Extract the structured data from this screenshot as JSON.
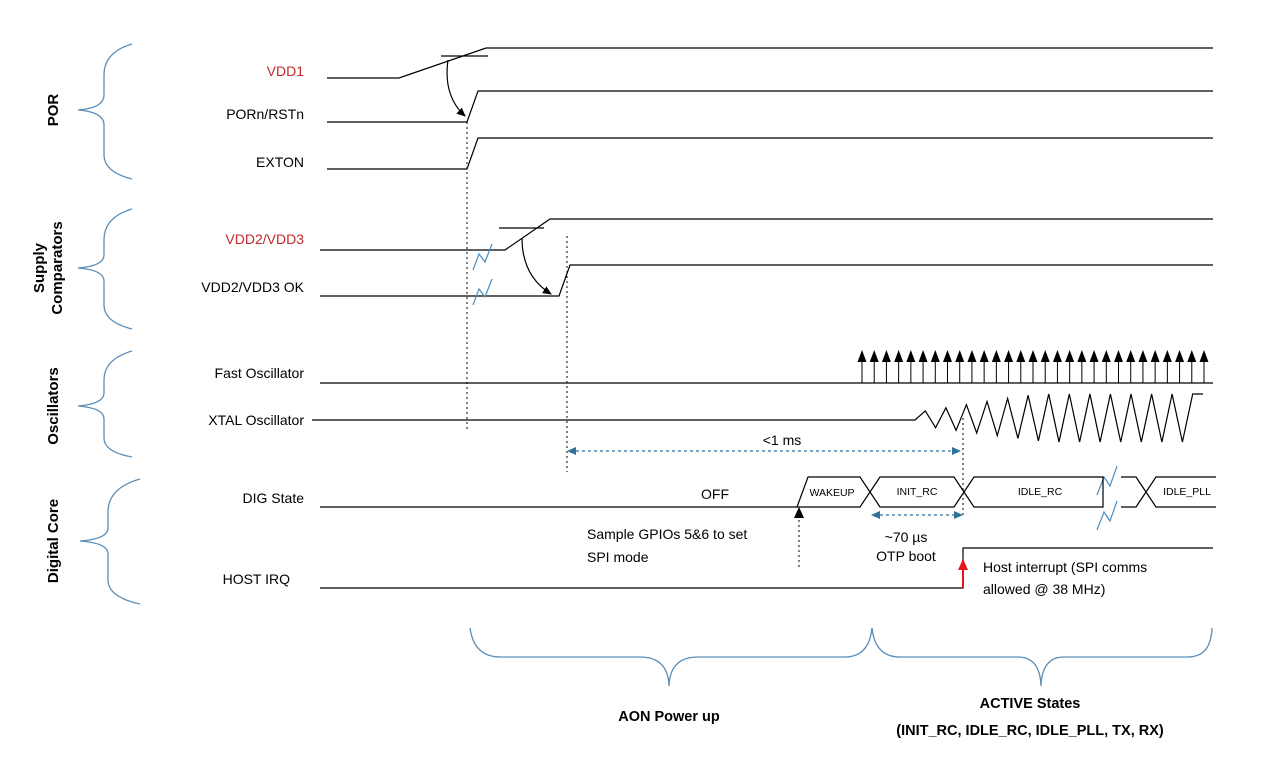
{
  "groups": {
    "por": "POR",
    "supply_line1": "Supply",
    "supply_line2": "Comparators",
    "oscillators": "Oscillators",
    "digital_core": "Digital Core"
  },
  "signals": {
    "vdd1": "VDD1",
    "porn_rstn": "PORn/RSTn",
    "exton": "EXTON",
    "vdd2_vdd3": "VDD2/VDD3",
    "vdd2_vdd3_ok": "VDD2/VDD3 OK",
    "fast_osc": "Fast Oscillator",
    "xtal_osc": "XTAL Oscillator",
    "dig_state": "DIG State",
    "host_irq": "HOST IRQ"
  },
  "states": {
    "off": "OFF",
    "wakeup": "WAKEUP",
    "init_rc": "INIT_RC",
    "idle_rc": "IDLE_RC",
    "idle_pll": "IDLE_PLL"
  },
  "annotations": {
    "lt_1ms": "<1 ms",
    "t70us": "~70 µs",
    "otp_boot": "OTP boot",
    "sample_line1": "Sample GPIOs 5&6 to set",
    "sample_line2": "SPI mode",
    "host_int_line1": "Host interrupt (SPI comms",
    "host_int_line2": "allowed @ 38 MHz)"
  },
  "phases": {
    "aon": "AON Power up",
    "active_line1": "ACTIVE States",
    "active_line2": "(INIT_RC, IDLE_RC, IDLE_PLL, TX, RX)"
  },
  "colors": {
    "brace": "#5b8fb9",
    "signal_label_red": "#c0282d",
    "interval_arrow": "#2f6f98",
    "host_irq_arrow": "#e8141b"
  }
}
